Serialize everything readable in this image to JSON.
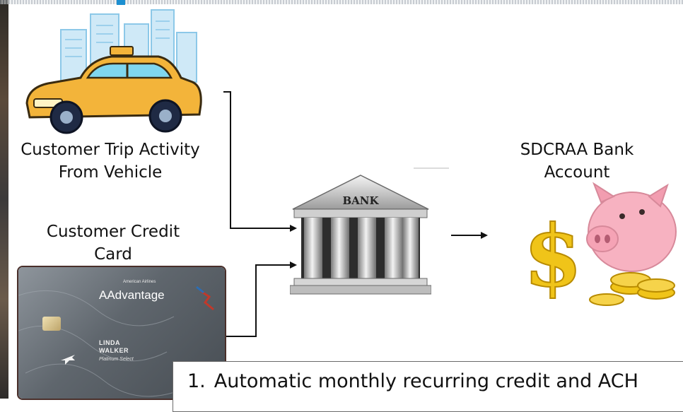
{
  "sources": {
    "vehicle": {
      "label_line1": "Customer Trip Activity",
      "label_line2": "From Vehicle",
      "icon": "taxi-icon"
    },
    "card": {
      "label_line1": "Customer Credit",
      "label_line2": "Card",
      "brand_small": "American Airlines",
      "brand": "AAdvantage",
      "holder_first": "LINDA",
      "holder_last": "WALKER",
      "tier": "Platinum Select"
    }
  },
  "bank": {
    "label": "BANK",
    "icon": "bank-icon"
  },
  "destination": {
    "label_line1": "SDCRAA Bank",
    "label_line2": "Account",
    "icon": "piggy-bank-icon"
  },
  "note": {
    "number": "1.",
    "text": "Automatic monthly recurring credit and ACH"
  },
  "colors": {
    "taxi": "#f3b43a",
    "skyline": "#8cc8e8",
    "piggy": "#f7b2c1",
    "coins": "#f0c419",
    "bank": "#9a9a9a"
  }
}
